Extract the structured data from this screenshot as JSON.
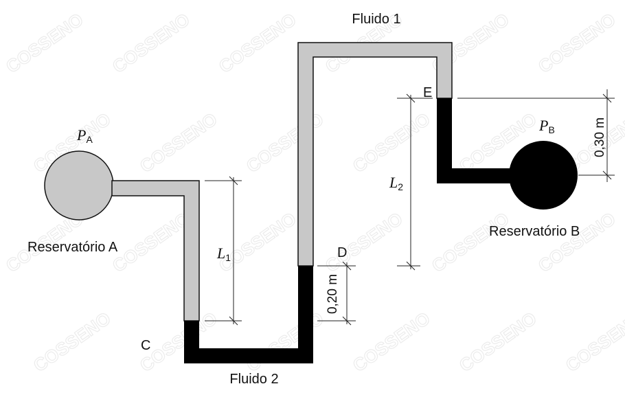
{
  "watermark": {
    "text": "COSSENO",
    "color": "#ececec"
  },
  "colors": {
    "fluid1": "#c8c8c8",
    "fluid2": "#000000",
    "outline": "#111111",
    "dimension": "#222222"
  },
  "labels": {
    "fluid1": "Fluido 1",
    "fluid2": "Fluido 2",
    "reservoir_a": "Reservatório A",
    "reservoir_b": "Reservatório B",
    "pa_symbol": "P",
    "pa_sub": "A",
    "pb_symbol": "P",
    "pb_sub": "B",
    "point_c": "C",
    "point_d": "D",
    "point_e": "E",
    "l1_symbol": "L",
    "l1_sub": "1",
    "l2_symbol": "L",
    "l2_sub": "2",
    "dim_020": "0,20 m",
    "dim_030": "0,30 m"
  }
}
